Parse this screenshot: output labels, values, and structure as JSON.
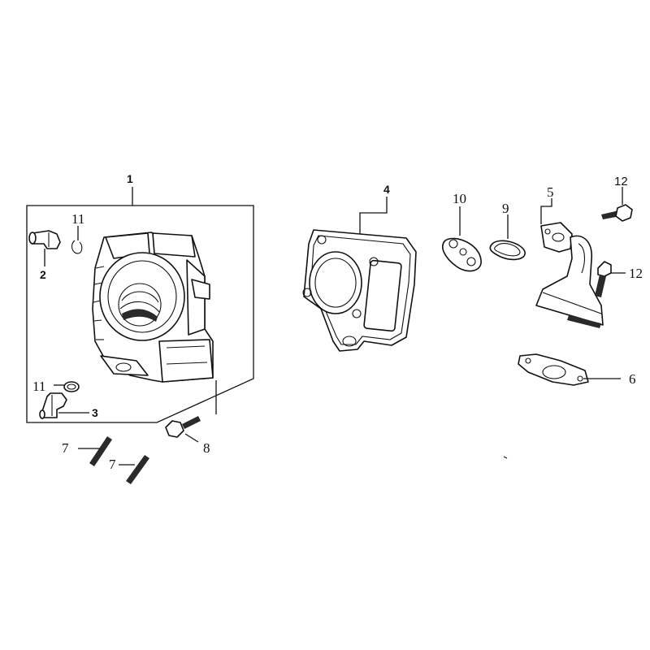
{
  "diagram": {
    "callouts": [
      {
        "id": "c1",
        "label": "1"
      },
      {
        "id": "c2",
        "label": "2"
      },
      {
        "id": "c3",
        "label": "3"
      },
      {
        "id": "c4",
        "label": "4"
      },
      {
        "id": "c5",
        "label": "5"
      },
      {
        "id": "c6",
        "label": "6"
      },
      {
        "id": "c7a",
        "label": "7"
      },
      {
        "id": "c7b",
        "label": "7"
      },
      {
        "id": "c8",
        "label": "8"
      },
      {
        "id": "c9",
        "label": "9"
      },
      {
        "id": "c10",
        "label": "10"
      },
      {
        "id": "c11a",
        "label": "11"
      },
      {
        "id": "c11b",
        "label": "11"
      },
      {
        "id": "c12a",
        "label": "12"
      },
      {
        "id": "c12b",
        "label": "12"
      }
    ],
    "parts": [
      {
        "name": "cylinder",
        "icon": "cylinder-block-icon"
      },
      {
        "name": "dowel-pin",
        "icon": "dowel-pin-icon"
      },
      {
        "name": "cylinder-gasket",
        "icon": "gasket-icon"
      },
      {
        "name": "intake-pipe",
        "icon": "intake-manifold-icon"
      },
      {
        "name": "intake-gasket",
        "icon": "gasket-icon"
      },
      {
        "name": "stud-bolt",
        "icon": "stud-bolt-icon"
      },
      {
        "name": "bolt",
        "icon": "bolt-icon"
      },
      {
        "name": "o-ring",
        "icon": "o-ring-icon"
      },
      {
        "name": "insulator",
        "icon": "insulator-icon"
      },
      {
        "name": "seal-ring",
        "icon": "ring-icon"
      }
    ]
  }
}
